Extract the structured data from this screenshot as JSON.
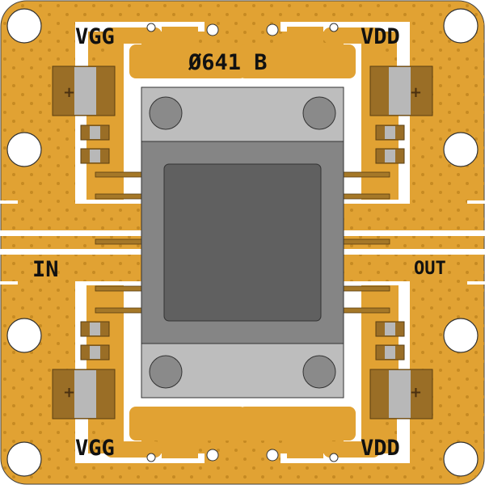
{
  "board": {
    "part_marking": "Ø641 B",
    "labels": {
      "vgg_top": "VGG",
      "vdd_top": "VDD",
      "vgg_bottom": "VGG",
      "vdd_bottom": "VDD",
      "input": "IN",
      "output": "OUT"
    },
    "polarity_mark": "+"
  },
  "colors": {
    "substrate": "#E1A233",
    "via": "#C68A22",
    "clearance": "#FFFFFF",
    "cap_end": "#9A6E26",
    "cap_body": "#B8B8B8",
    "package_light": "#BDBDBD",
    "package_mid": "#858585",
    "die": "#606060"
  }
}
